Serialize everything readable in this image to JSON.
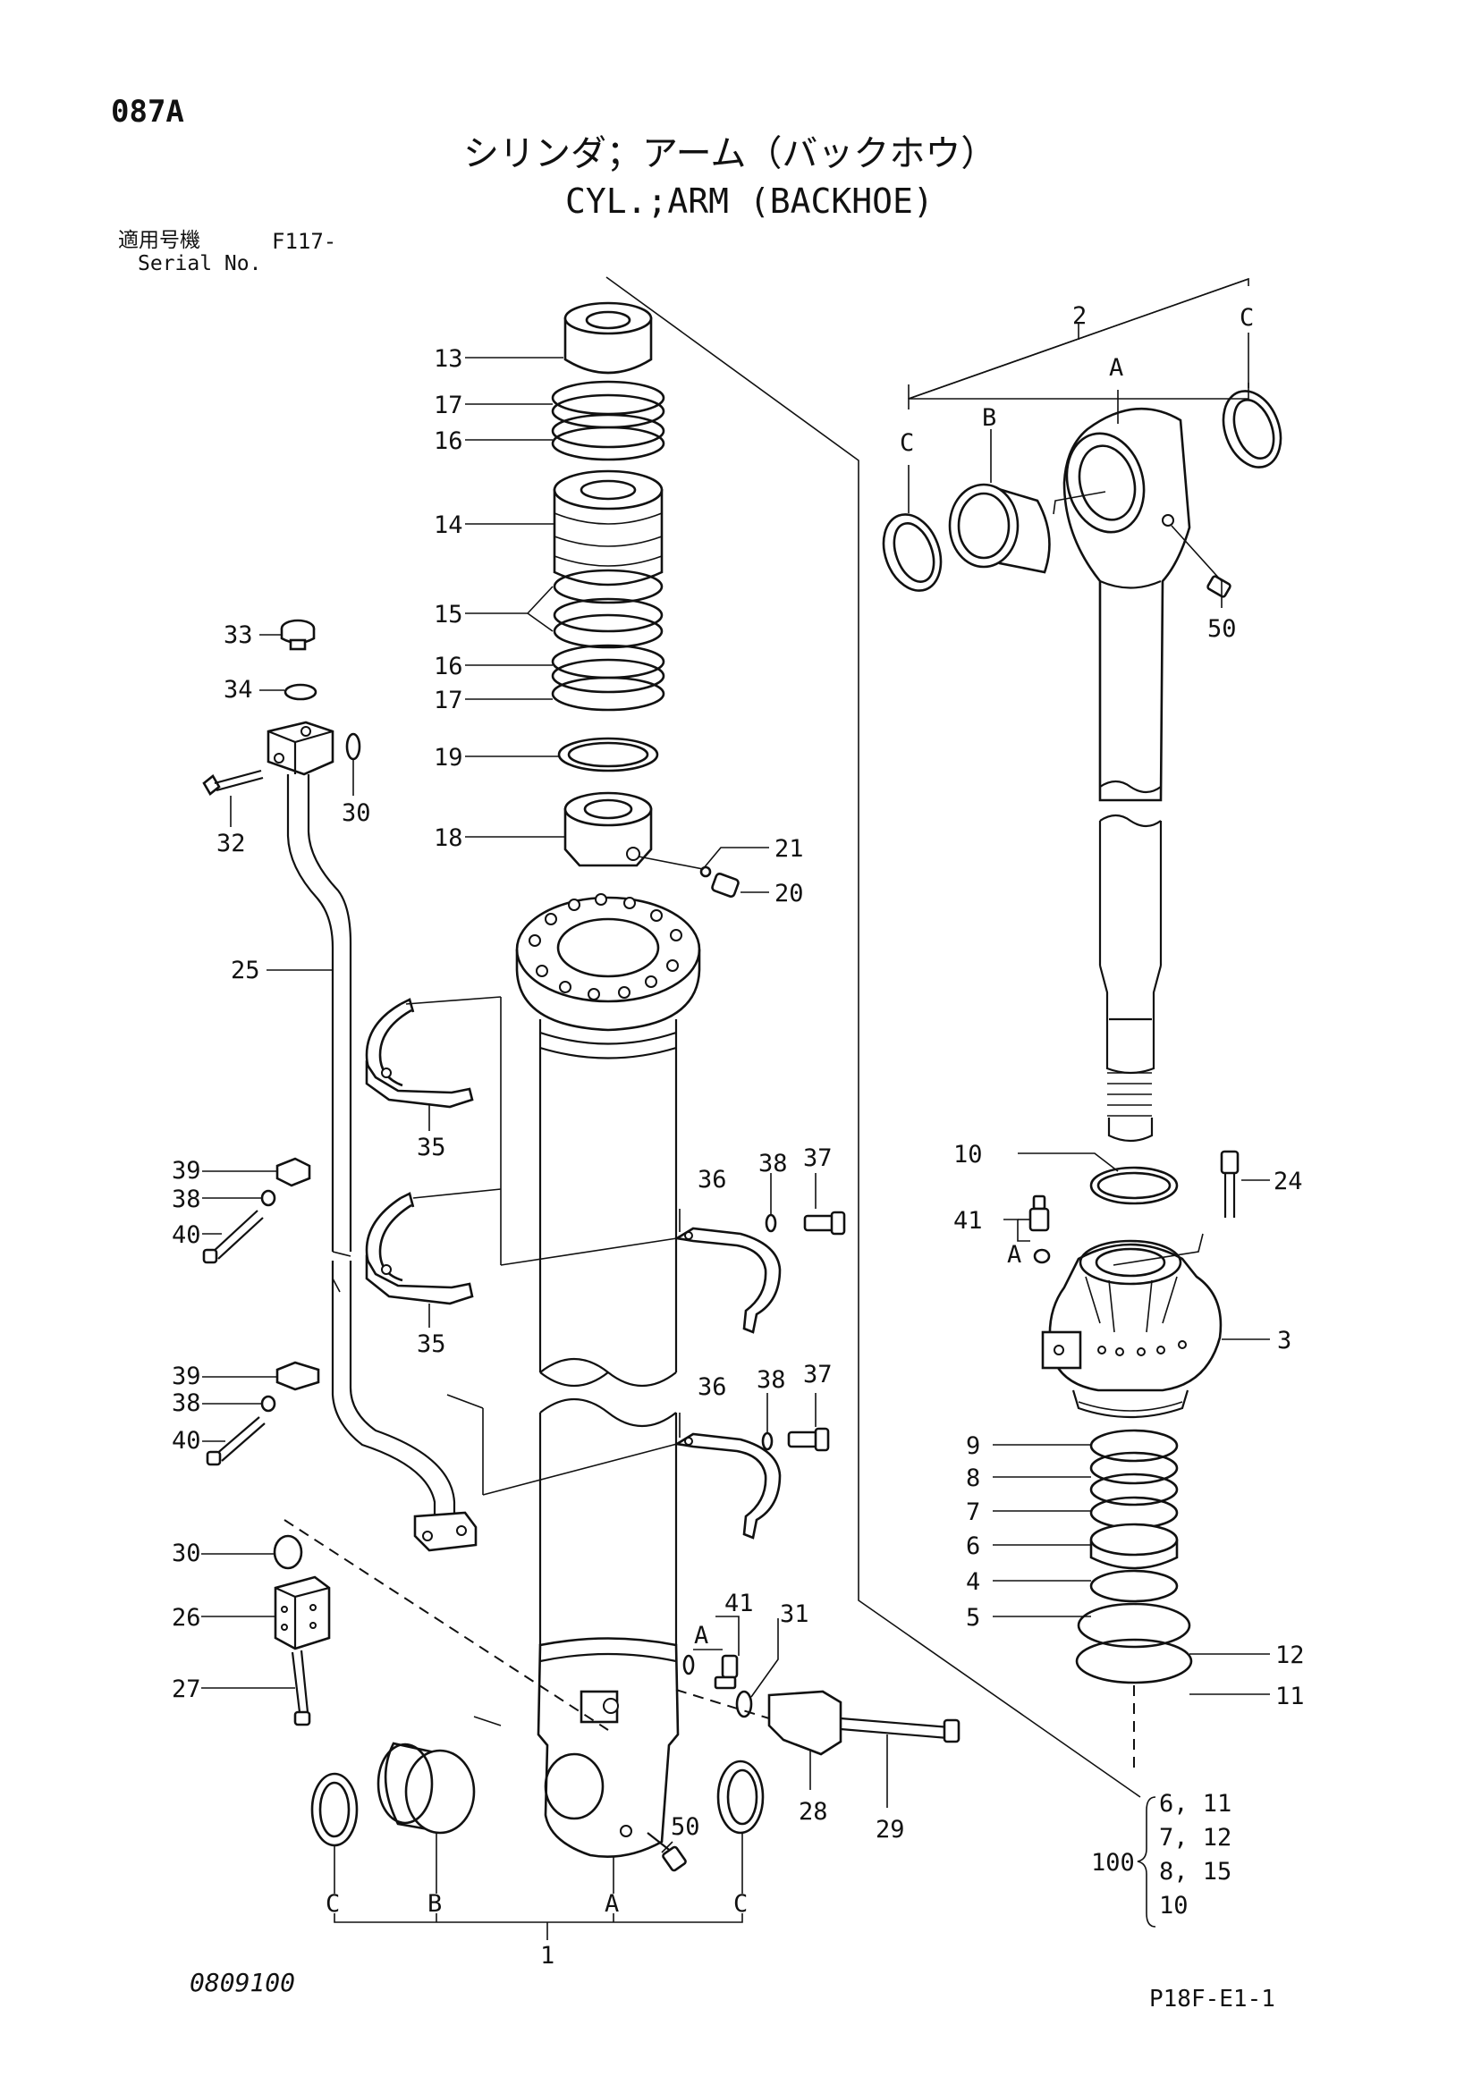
{
  "header": {
    "page_id": "087A",
    "title_jp": "シリンダ；アーム（バックホウ）",
    "title_en": "CYL.;ARM (BACKHOE)",
    "serial_label_jp": "適用号機",
    "serial_value": "F117-",
    "serial_label_en": "Serial No."
  },
  "footer": {
    "doc_number": "0809100",
    "page_ref": "P18F-E1-1"
  },
  "callouts": {
    "c13": "13",
    "c17a": "17",
    "c16a": "16",
    "c14": "14",
    "c15": "15",
    "c16b": "16",
    "c17b": "17",
    "c19": "19",
    "c18": "18",
    "c21": "21",
    "c20": "20",
    "c33": "33",
    "c34": "34",
    "c30a": "30",
    "c32": "32",
    "c25": "25",
    "c35a": "35",
    "c35b": "35",
    "c39a": "39",
    "c38a": "38",
    "c40a": "40",
    "c39b": "39",
    "c38b": "38",
    "c40b": "40",
    "c36a": "36",
    "c38c": "38",
    "c37a": "37",
    "c36b": "36",
    "c38d": "38",
    "c37b": "37",
    "c30b": "30",
    "c26": "26",
    "c27": "27",
    "c41a": "41",
    "cAa": "A",
    "c31": "31",
    "c28": "28",
    "c29": "29",
    "c50a": "50",
    "c2": "2",
    "cAtop": "A",
    "cB": "B",
    "cC1": "C",
    "cC2": "C",
    "c50b": "50",
    "c10": "10",
    "c24": "24",
    "c41b": "41",
    "cAb": "A",
    "c3": "3",
    "c9": "9",
    "c8": "8",
    "c7": "7",
    "c6": "6",
    "c4": "4",
    "c5": "5",
    "c12": "12",
    "c11": "11",
    "c1": "1",
    "cCbl": "C",
    "cBbl": "B",
    "cAbl": "A",
    "cCbr": "C"
  },
  "kit": {
    "number": "100",
    "rows": [
      "6, 11",
      "7, 12",
      "8, 15",
      "10"
    ]
  }
}
